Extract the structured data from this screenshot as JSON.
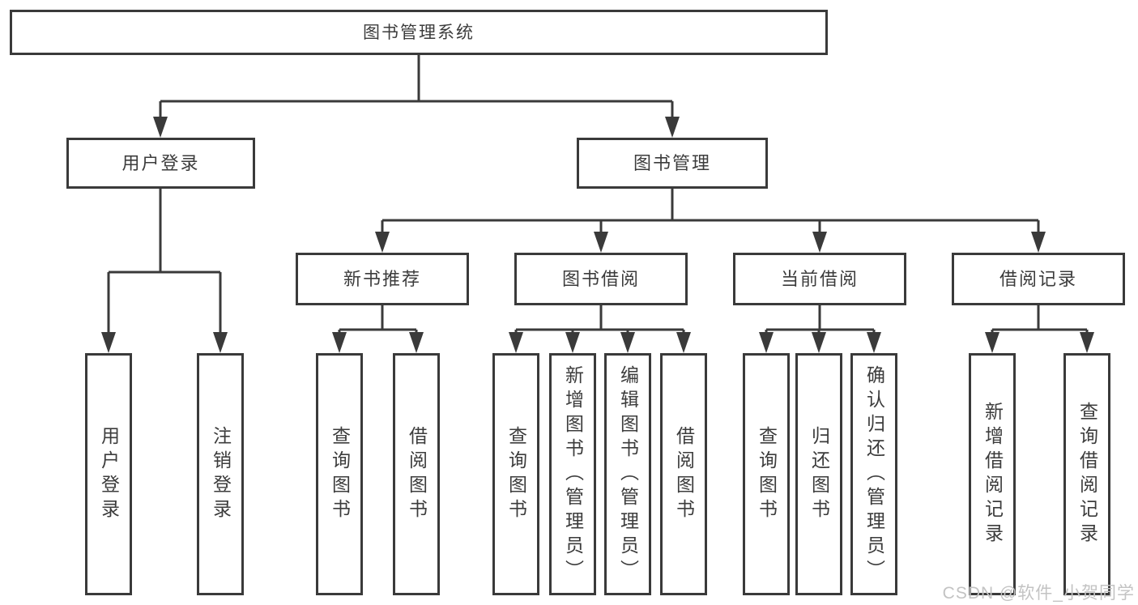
{
  "colors": {
    "line": "#3a3a3a",
    "box_border": "#3a3a3a",
    "box_fill": "#ffffff",
    "text": "#3c3c3c",
    "background": "#ffffff",
    "watermark": "#c3c3c3"
  },
  "watermark": "CSDN @软件_小贺同学",
  "diagram": {
    "root_label": "图书管理系统",
    "branches": [
      {
        "label": "用户登录",
        "children": [
          "用户登录",
          "注销登录"
        ]
      },
      {
        "label": "图书管理",
        "children": [
          {
            "label": "新书推荐",
            "children": [
              "查询图书",
              "借阅图书"
            ]
          },
          {
            "label": "图书借阅",
            "children": [
              "查询图书",
              "新增图书（管理员）",
              "编辑图书（管理员）",
              "借阅图书"
            ]
          },
          {
            "label": "当前借阅",
            "children": [
              "查询图书",
              "归还图书",
              "确认归还（管理员）"
            ]
          },
          {
            "label": "借阅记录",
            "children": [
              "新增借阅记录",
              "查询借阅记录"
            ]
          }
        ]
      }
    ]
  }
}
